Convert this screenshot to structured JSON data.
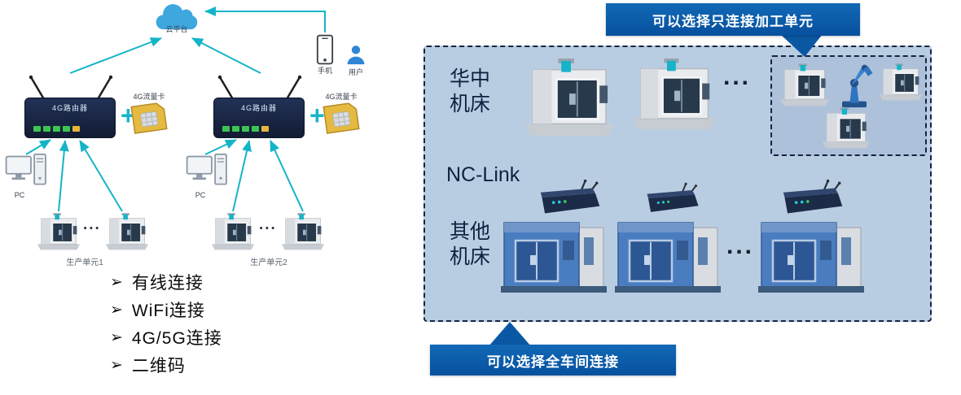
{
  "left": {
    "cloud_label": "云平台",
    "phone_label": "手机",
    "user_label": "用户",
    "plus": "+",
    "ellipsis": "...",
    "router1": {
      "label": "4G路由器"
    },
    "router2": {
      "label": "4G路由器"
    },
    "sim1": {
      "label": "4G流量卡"
    },
    "sim2": {
      "label": "4G流量卡"
    },
    "pc1": {
      "label": "PC"
    },
    "pc2": {
      "label": "PC"
    },
    "unit1_label": "生产单元1",
    "unit2_label": "生产单元2",
    "bullets": [
      {
        "marker": "➢",
        "label": "有线连接"
      },
      {
        "marker": "➢",
        "label": "WiFi连接"
      },
      {
        "marker": "➢",
        "label": "4G/5G连接"
      },
      {
        "marker": "➢",
        "label": "二维码"
      }
    ]
  },
  "right": {
    "top_callout": "可以选择只连接加工单元",
    "bottom_callout": "可以选择全车间连接",
    "huazhong_line1": "华中",
    "huazhong_line2": "机床",
    "nclink_label": "NC-Link",
    "other_line1": "其他",
    "other_line2": "机床",
    "ellipsis": "..."
  },
  "icons": [
    "cloud-icon",
    "phone-icon",
    "user-icon",
    "router-icon",
    "sim-card-icon",
    "pc-icon",
    "machine-icon",
    "gateway-icon",
    "robot-arm-icon",
    "bullet-arrow-icon"
  ],
  "colors": {
    "accent_cyan": "#14b4c8",
    "callout_blue": "#0a58a4",
    "panel_blue": "#b9cde2",
    "sim_gold": "#e6ba40",
    "machine_blue": "#4a7dc0"
  }
}
